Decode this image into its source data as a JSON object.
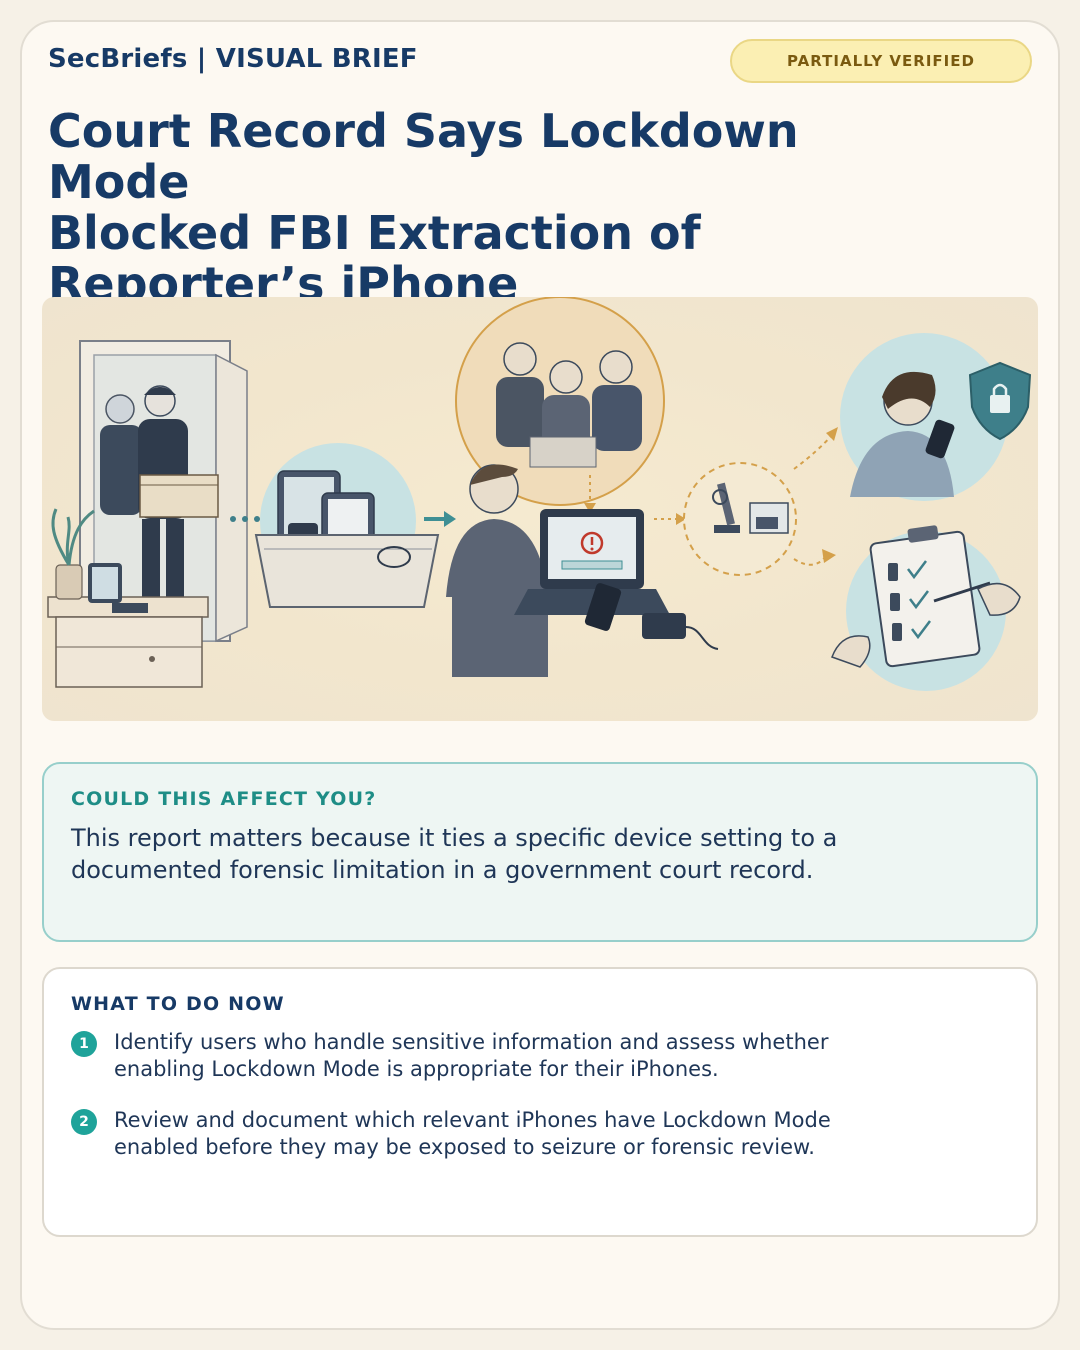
{
  "header": {
    "brand": "SecBriefs | VISUAL BRIEF",
    "status_badge": "PARTIALLY VERIFIED"
  },
  "headline": {
    "lines": [
      "Court Record Says Lockdown Mode",
      "Blocked FBI Extraction of",
      "Reporter’s iPhone"
    ]
  },
  "illustration": {
    "icons": [
      "shield-lock-icon",
      "warning-icon",
      "microscope-icon",
      "clipboard-checklist-icon"
    ]
  },
  "affect": {
    "heading": "COULD THIS AFFECT YOU?",
    "body": "This report matters because it ties a specific device setting to a documented forensic limitation in a government court record."
  },
  "actions": {
    "heading": "WHAT TO DO NOW",
    "steps": [
      {
        "number": "1",
        "text": "Identify users who handle sensitive information and assess whether enabling Lockdown Mode is appropriate for their iPhones."
      },
      {
        "number": "2",
        "text": "Review and document which relevant iPhones have Lockdown Mode enabled before they may be exposed to seizure or forensic review."
      }
    ]
  },
  "colors": {
    "navy": "#173a66",
    "teal": "#1fa39a",
    "amber": "#d4a04a",
    "badge_bg": "#fbefb3"
  }
}
